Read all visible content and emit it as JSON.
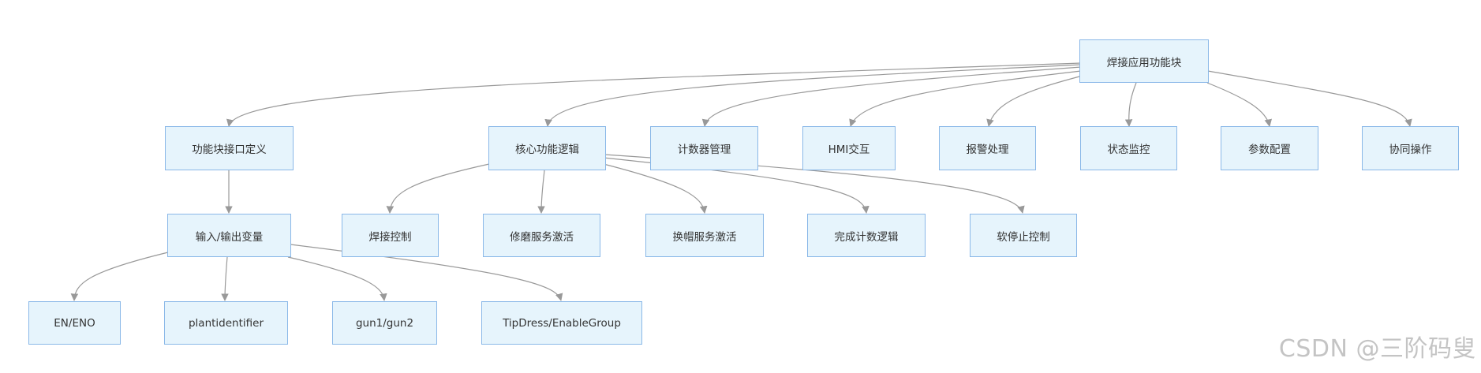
{
  "nodes": {
    "root": "焊接应用功能块",
    "fb_interface": "功能块接口定义",
    "core_logic": "核心功能逻辑",
    "counter_mgmt": "计数器管理",
    "hmi": "HMI交互",
    "alarm": "报警处理",
    "status_monitor": "状态监控",
    "param_config": "参数配置",
    "coop_op": "协同操作",
    "io_vars": "输入/输出变量",
    "weld_ctrl": "焊接控制",
    "tipdress_act": "修磨服务激活",
    "capchange_act": "换帽服务激活",
    "count_logic": "完成计数逻辑",
    "softstop": "软停止控制",
    "en_eno": "EN/ENO",
    "plantid": "plantidentifier",
    "gun": "gun1/gun2",
    "tipdress_group": "TipDress/EnableGroup"
  },
  "watermark": "CSDN @三阶码叟",
  "colors": {
    "node_fill": "#e6f4fc",
    "node_border": "#8ab8e8",
    "edge": "#999999"
  }
}
